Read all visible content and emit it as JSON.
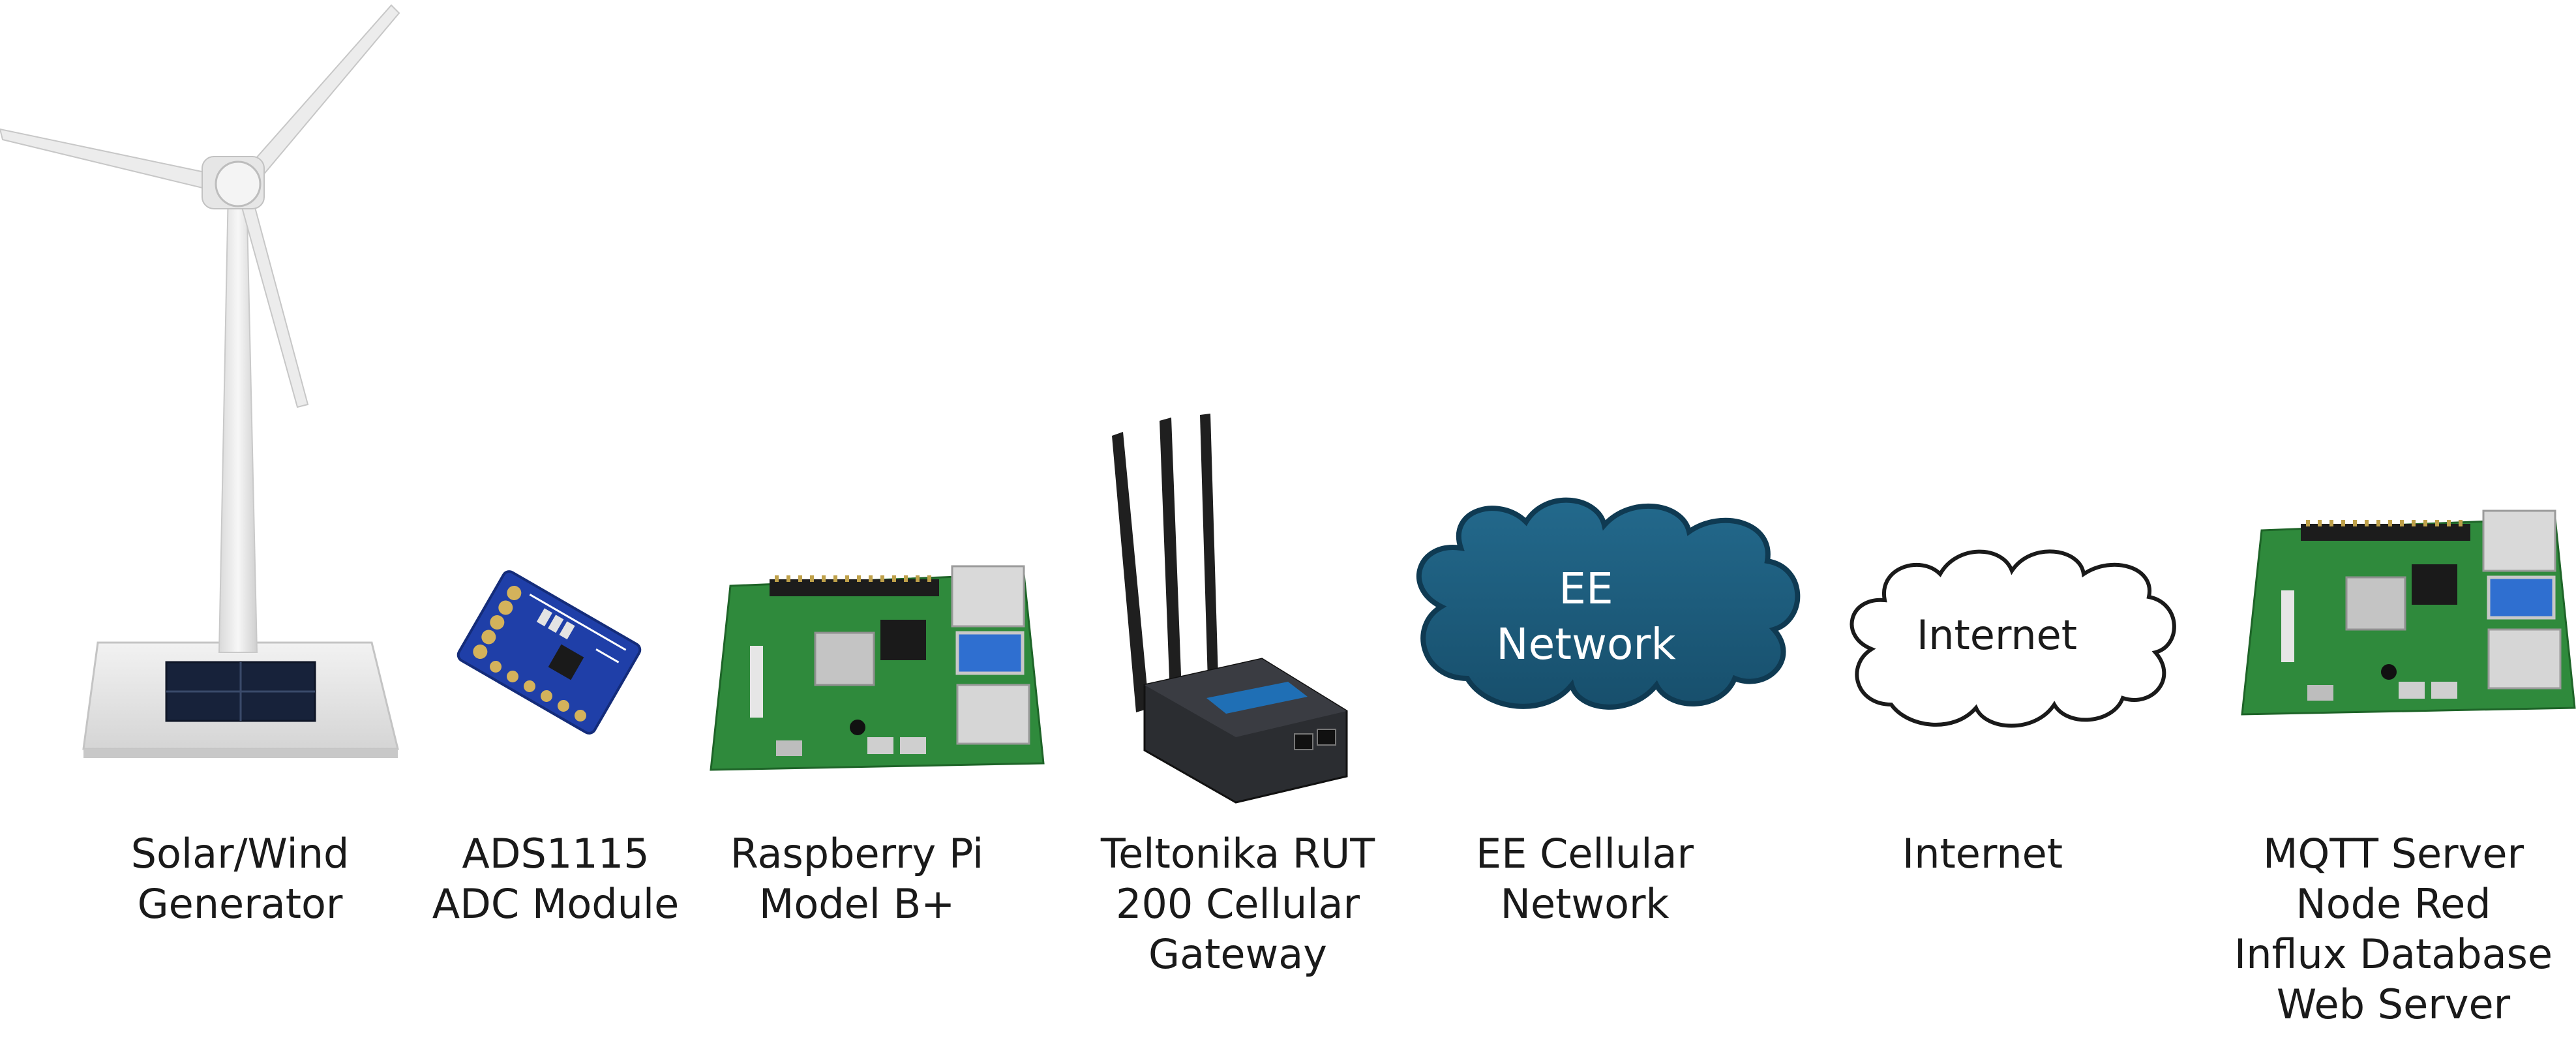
{
  "items": [
    {
      "id": "generator",
      "icon": "wind-turbine-icon",
      "caption": [
        "Solar/Wind",
        "Generator"
      ]
    },
    {
      "id": "adc",
      "icon": "adc-module-icon",
      "caption": [
        "ADS1115",
        "ADC Module"
      ]
    },
    {
      "id": "pi",
      "icon": "raspberry-pi-icon",
      "caption": [
        "Raspberry Pi",
        "Model B+"
      ]
    },
    {
      "id": "gateway",
      "icon": "cellular-router-icon",
      "caption": [
        "Teltonika RUT",
        "200 Cellular",
        "Gateway"
      ]
    },
    {
      "id": "ee",
      "icon": "cloud-icon",
      "caption": [
        "EE Cellular",
        "Network"
      ]
    },
    {
      "id": "internet",
      "icon": "cloud-icon",
      "caption": [
        "Internet"
      ]
    },
    {
      "id": "server",
      "icon": "raspberry-pi-icon",
      "caption": [
        "MQTT Server",
        "Node Red",
        "Influx Database",
        "Web Server"
      ]
    }
  ],
  "clouds": {
    "ee": {
      "lines": [
        "EE",
        "Network"
      ],
      "fill": "#1d5f80",
      "text_color": "#ffffff"
    },
    "internet": {
      "lines": [
        "Internet"
      ],
      "fill": "#ffffff",
      "text_color": "#1a1a1a"
    }
  },
  "colors": {
    "pcb": "#2f8a3c",
    "adc_board": "#1f3fa8",
    "router": "#2b2d31",
    "ee_cloud": "#1d5f80",
    "turbine": "#e9e9e9"
  }
}
